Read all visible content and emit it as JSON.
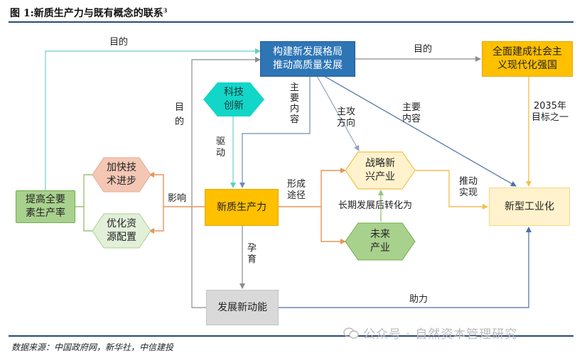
{
  "figure": {
    "title": "图 1:新质生产力与既有概念的联系",
    "title_sup": "3",
    "source": "数据来源：中国政府网，新华社，中信建投",
    "watermark": "公众号 · 自然资本管理研究"
  },
  "nodes": {
    "build_pattern": {
      "line1": "构建新发展格局",
      "line2": "推动高质量发展"
    },
    "modern_nation": {
      "line1": "全面建成社会主",
      "line2": "义现代化强国"
    },
    "tech_innovation": {
      "line1": "科技",
      "line2": "创新"
    },
    "accelerate_tech": {
      "line1": "加快技",
      "line2": "术进步"
    },
    "tfp": {
      "line1": "提高全要",
      "line2": "素生产率"
    },
    "optimize_resources": {
      "line1": "优化资",
      "line2": "源配置"
    },
    "new_quality": {
      "line1": "新质生产力"
    },
    "strategic_industry": {
      "line1": "战略新",
      "line2": "兴产业"
    },
    "future_industry": {
      "line1": "未来",
      "line2": "产业"
    },
    "new_industrialization": {
      "line1": "新型工业化"
    },
    "new_momentum": {
      "line1": "发展新动能"
    }
  },
  "edge_labels": {
    "goal_top": "目的",
    "goal_right": "目的",
    "goal_left_1": "目",
    "goal_left_2": "的",
    "main_content_1_a": "主",
    "main_content_1_b": "要",
    "main_content_1_c": "内",
    "main_content_1_d": "容",
    "main_attack_1": "主攻",
    "main_attack_2": "方向",
    "main_content_2_1": "主要",
    "main_content_2_2": "内容",
    "target_2035_1": "2035年",
    "target_2035_2": "目标之一",
    "drive_1": "驱",
    "drive_2": "动",
    "influence": "影响",
    "form_path_1": "形成",
    "form_path_2": "途径",
    "long_term": "长期发展后转化为",
    "push_realize_1": "推动",
    "push_realize_2": "实现",
    "gestate_1": "孕",
    "gestate_2": "育",
    "assist": "助力"
  },
  "colors": {
    "blue_box": "#2e75b6",
    "blue_border": "#1f5a96",
    "gold_box": "#ffc000",
    "gold_border": "#e0a800",
    "teal": "#12d6c8",
    "pink": "#f4c7b5",
    "pink_border": "#e8a88c",
    "green_light": "#e2efd9",
    "green_border": "#a9d18e",
    "green_mid": "#a9d18e",
    "green_mid_border": "#70ad47",
    "yellow_light": "#ffe699",
    "yellow_pale": "#fff2cc",
    "gray": "#d9d9d9",
    "arrow_gray": "#8c8c8c",
    "arrow_teal": "#7fd9d0",
    "arrow_blue": "#4a6fa5",
    "arrow_orange": "#e8955b",
    "arrow_yellow": "#f2c14e",
    "arrow_green": "#9bc17b",
    "arrow_steel": "#6b8fb8"
  }
}
